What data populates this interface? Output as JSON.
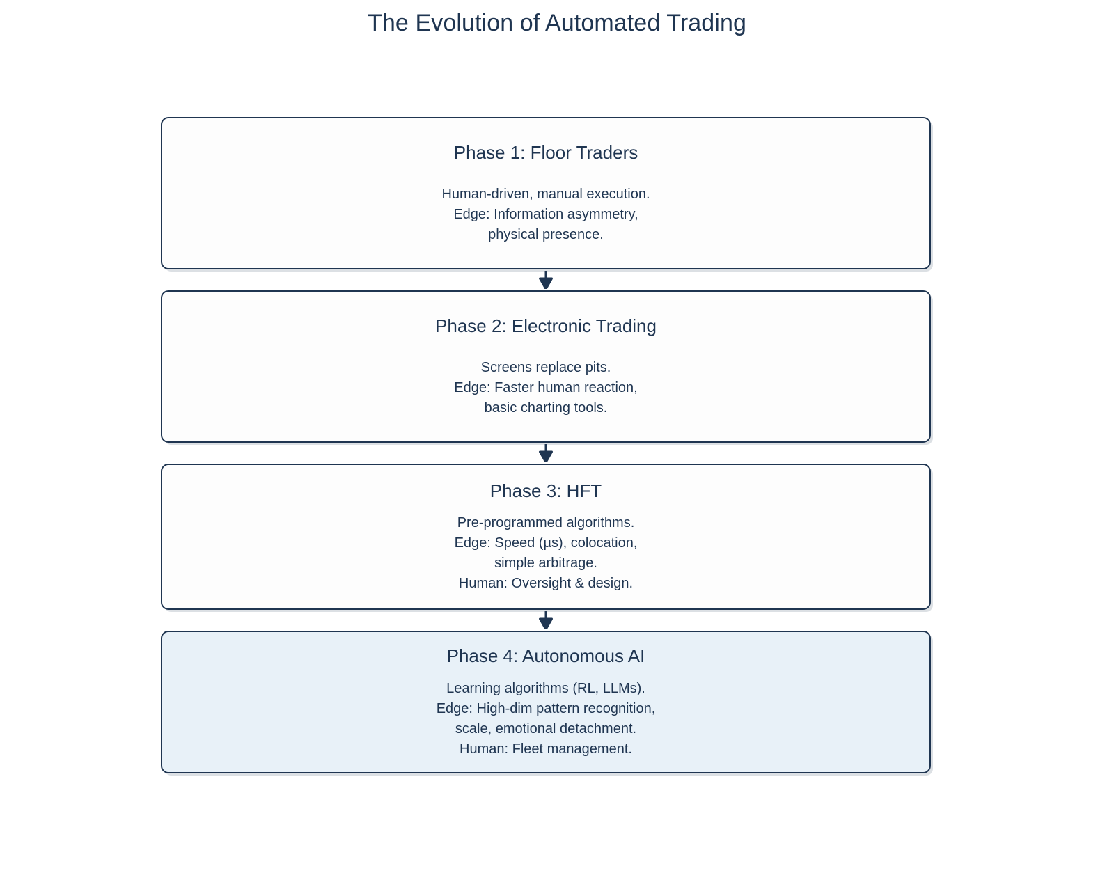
{
  "title": "The Evolution of Automated Trading",
  "colors": {
    "stroke": "#1f3551",
    "node_fill": "#fdfdfd",
    "accent_fill": "#e8f1f8",
    "background": "#ffffff",
    "shadow": "#9ba5b2"
  },
  "nodes": [
    {
      "id": "phase-1",
      "title": "Phase 1: Floor Traders",
      "body": "Human-driven, manual execution.\nEdge: Information asymmetry,\nphysical presence.",
      "highlighted": false
    },
    {
      "id": "phase-2",
      "title": "Phase 2: Electronic Trading",
      "body": "Screens replace pits.\nEdge: Faster human reaction,\nbasic charting tools.",
      "highlighted": false
    },
    {
      "id": "phase-3",
      "title": "Phase 3: HFT",
      "body": "Pre-programmed algorithms.\nEdge: Speed (µs), colocation,\nsimple arbitrage.\nHuman: Oversight & design.",
      "highlighted": false
    },
    {
      "id": "phase-4",
      "title": "Phase 4: Autonomous AI",
      "body": "Learning algorithms (RL, LLMs).\nEdge: High-dim pattern recognition,\nscale, emotional detachment.\nHuman: Fleet management.",
      "highlighted": true
    }
  ],
  "connectors": [
    {
      "id": "arrow-1-2",
      "icon": "arrow-down-icon",
      "from": "phase-1",
      "to": "phase-2"
    },
    {
      "id": "arrow-2-3",
      "icon": "arrow-down-icon",
      "from": "phase-2",
      "to": "phase-3"
    },
    {
      "id": "arrow-3-4",
      "icon": "arrow-down-icon",
      "from": "phase-3",
      "to": "phase-4"
    }
  ]
}
